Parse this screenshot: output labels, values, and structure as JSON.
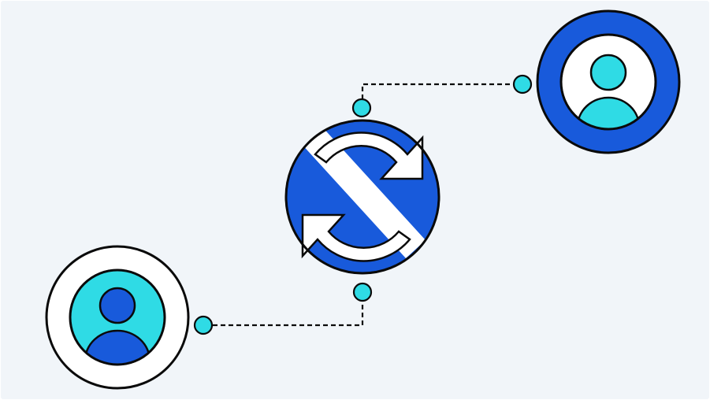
{
  "diagram": {
    "nodes": [
      {
        "id": "user-a",
        "role": "user",
        "icon": "user-avatar-icon",
        "style": "light-ring"
      },
      {
        "id": "sync-hub",
        "role": "sync",
        "icon": "sync-arrows-icon"
      },
      {
        "id": "user-b",
        "role": "user",
        "icon": "user-avatar-icon",
        "style": "blue-ring"
      }
    ],
    "connectors": [
      {
        "from": "user-a",
        "to": "sync-hub",
        "style": "dashed"
      },
      {
        "from": "sync-hub",
        "to": "user-b",
        "style": "dashed"
      }
    ]
  },
  "colors": {
    "background": "#f1f5f9",
    "frame": "#ffffff",
    "outline": "#0a0a0a",
    "brand_blue": "#185adb",
    "accent_cyan": "#2fdbe5",
    "white": "#ffffff"
  }
}
